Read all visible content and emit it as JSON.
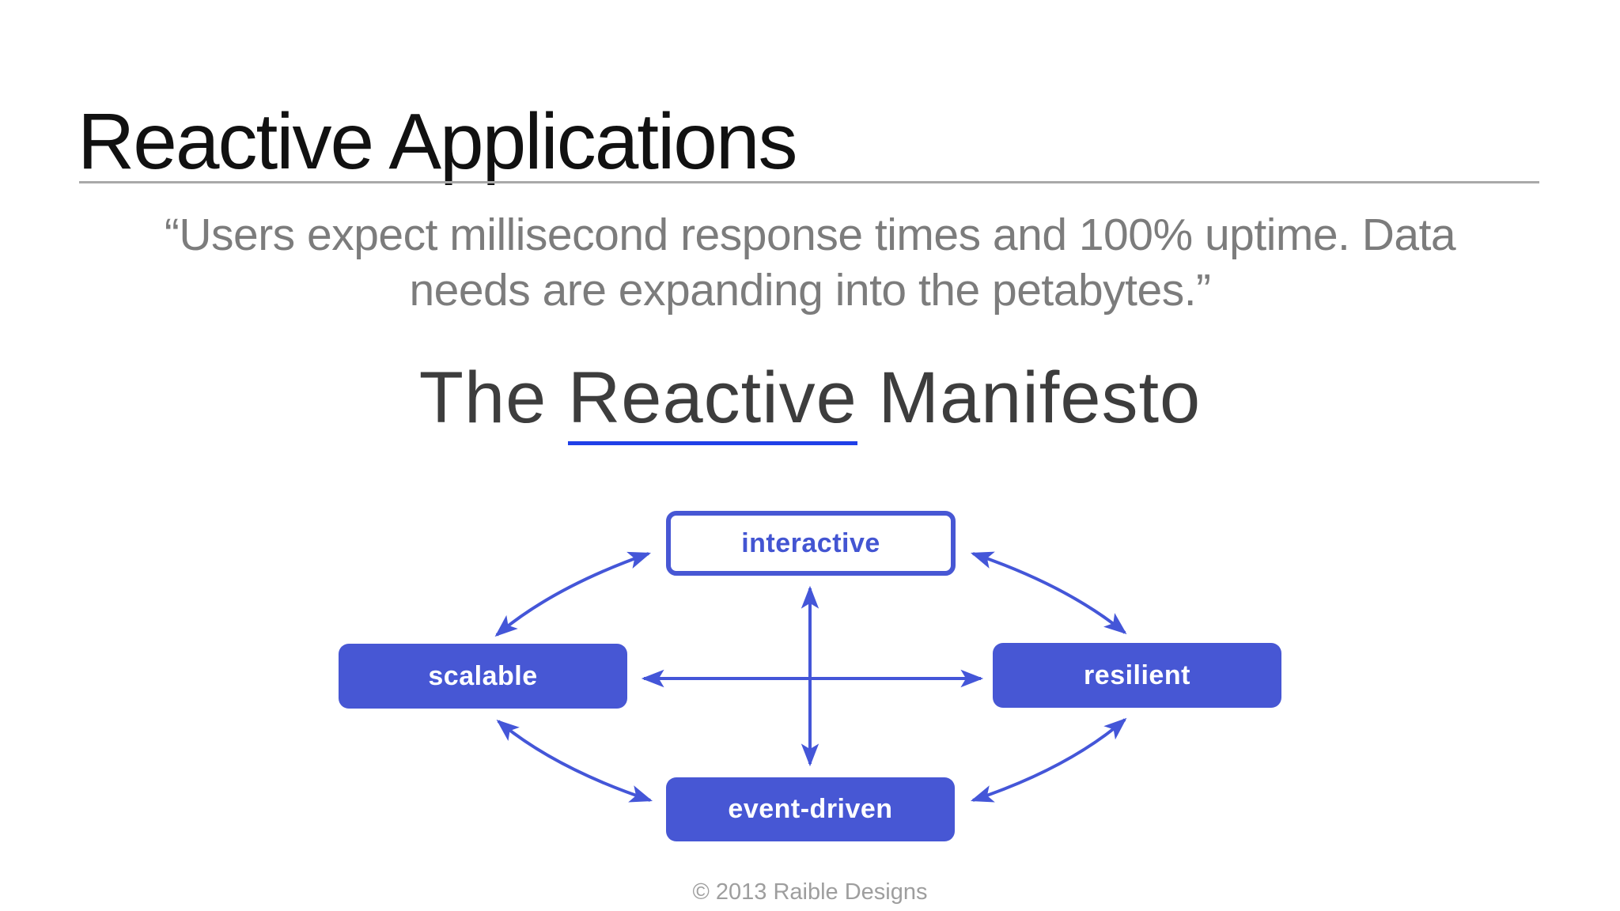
{
  "slide": {
    "title": "Reactive Applications",
    "quote": {
      "line1": "“Users expect millisecond response times and 100% uptime. Data",
      "line2": "needs are expanding into the petabytes.”"
    },
    "manifesto": {
      "prefix": "The ",
      "link_text": "Reactive",
      "suffix": " Manifesto"
    },
    "diagram": {
      "nodes": {
        "interactive": {
          "label": "interactive",
          "style": "outlined"
        },
        "scalable": {
          "label": "scalable",
          "style": "filled"
        },
        "resilient": {
          "label": "resilient",
          "style": "filled"
        },
        "event_driven": {
          "label": "event-driven",
          "style": "filled"
        }
      },
      "connections": [
        {
          "from": "scalable",
          "to": "interactive",
          "type": "curved-double-arrow"
        },
        {
          "from": "interactive",
          "to": "resilient",
          "type": "curved-double-arrow"
        },
        {
          "from": "scalable",
          "to": "event-driven",
          "type": "curved-double-arrow"
        },
        {
          "from": "event-driven",
          "to": "resilient",
          "type": "curved-double-arrow"
        },
        {
          "from": "interactive",
          "to": "event-driven",
          "type": "straight-double-arrow"
        },
        {
          "from": "scalable",
          "to": "resilient",
          "type": "straight-double-arrow"
        }
      ],
      "colors": {
        "node_fill": "#4757d4",
        "node_text": "#ffffff",
        "outlined_node_bg": "#ffffff",
        "outlined_node_text": "#4355d2",
        "arrow": "#4456d8"
      }
    },
    "footer": "© 2013 Raible Designs",
    "colors": {
      "background": "#ffffff",
      "title_text": "#111111",
      "quote_text": "#7c7c7c",
      "manifesto_text": "#3d3d3d",
      "link_underline": "#2040e8",
      "divider": "#a9a9a9"
    }
  }
}
